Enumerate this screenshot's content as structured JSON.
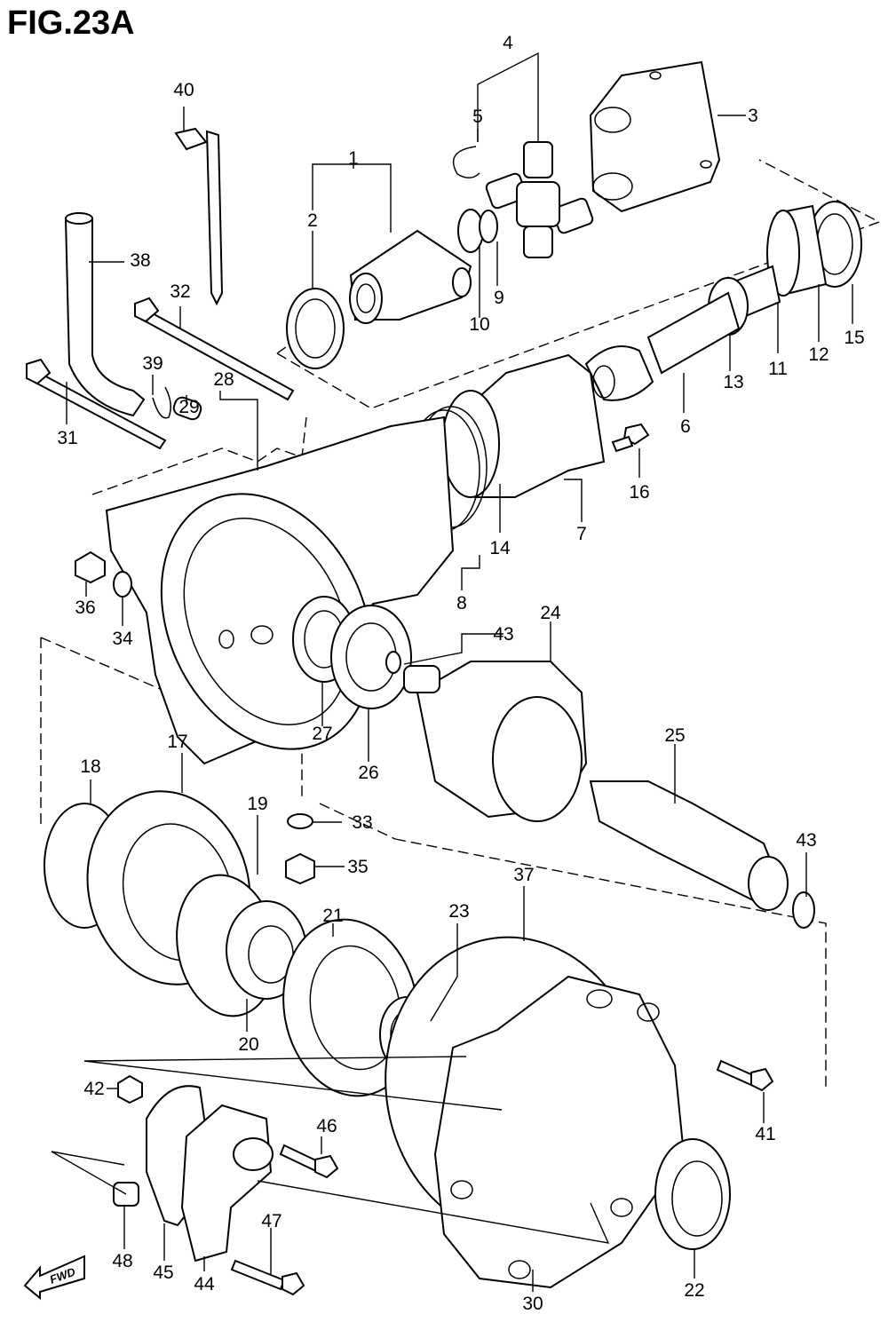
{
  "title": "FIG.23A",
  "fwd_label": "FWD",
  "labels": {
    "p1": "1",
    "p2": "2",
    "p3": "3",
    "p4": "4",
    "p5": "5",
    "p6": "6",
    "p7": "7",
    "p8": "8",
    "p9": "9",
    "p10": "10",
    "p11": "11",
    "p12": "12",
    "p13": "13",
    "p14": "14",
    "p15": "15",
    "p16": "16",
    "p17": "17",
    "p18": "18",
    "p19": "19",
    "p20": "20",
    "p21": "21",
    "p22": "22",
    "p23": "23",
    "p24": "24",
    "p25": "25",
    "p26": "26",
    "p27": "27",
    "p28": "28",
    "p29": "29",
    "p30": "30",
    "p31": "31",
    "p32": "32",
    "p33": "33",
    "p34": "34",
    "p35": "35",
    "p36": "36",
    "p37": "37",
    "p38": "38",
    "p39": "39",
    "p40": "40",
    "p41": "41",
    "p42": "42",
    "p43a": "43",
    "p43b": "43",
    "p44": "44",
    "p45": "45",
    "p46": "46",
    "p47": "47",
    "p48": "48"
  }
}
